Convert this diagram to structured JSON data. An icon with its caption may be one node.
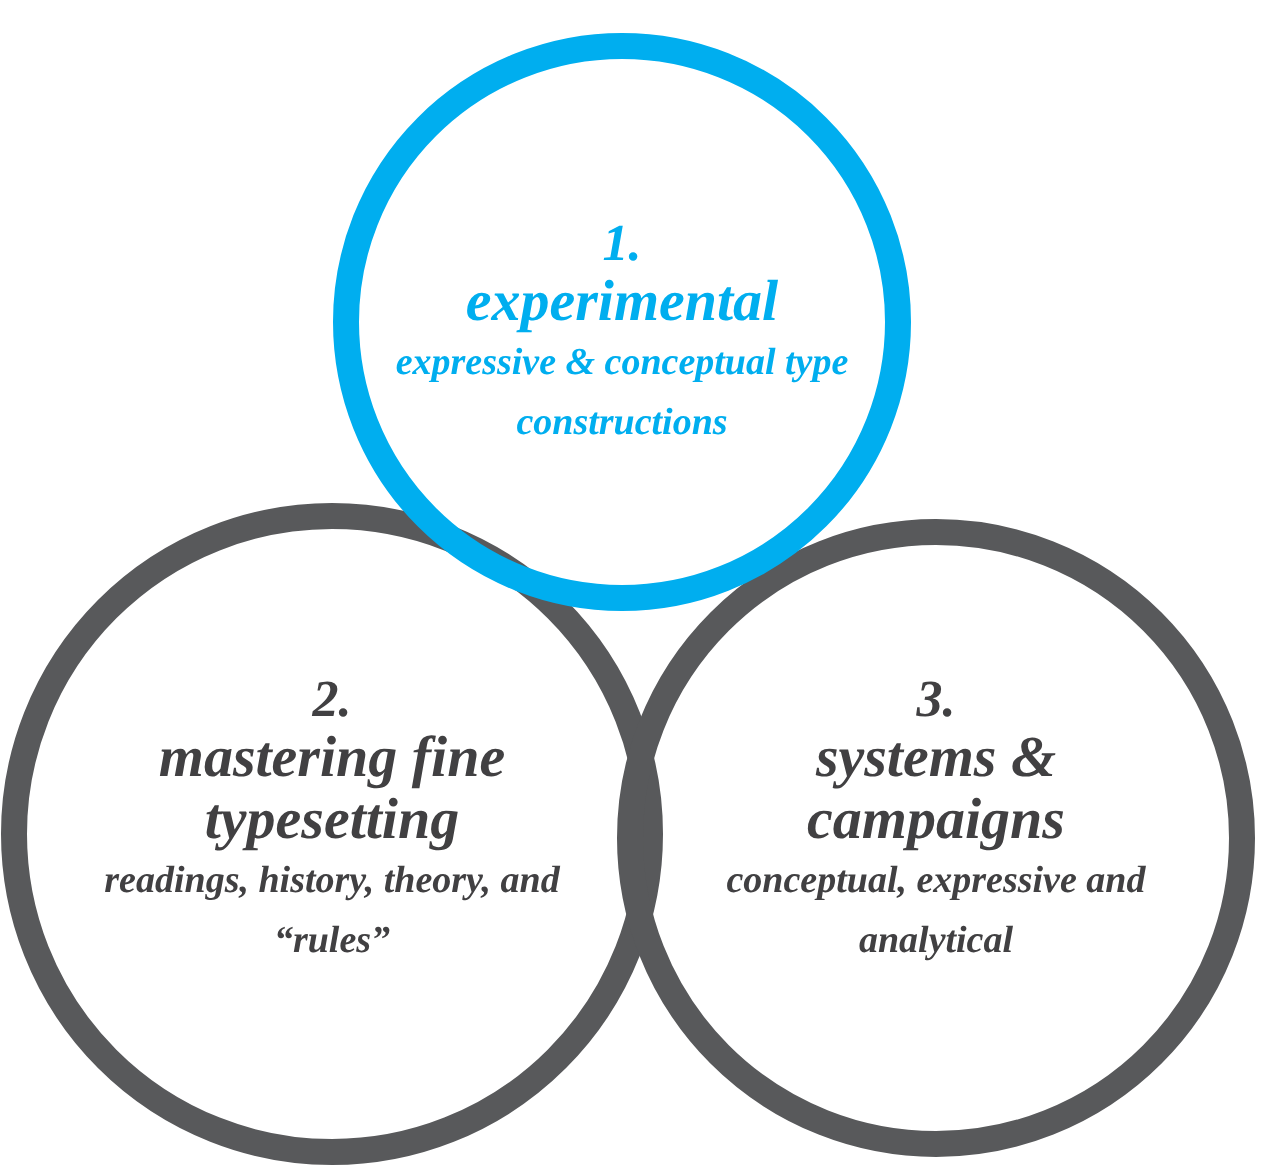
{
  "diagram": {
    "nodes": [
      {
        "text": [
          "1.",
          "experimental",
          "expressive & conceptual type constructions"
        ]
      },
      {
        "text": [
          "2.",
          "mastering fine typesetting",
          "readings, history, theory, and “rules”"
        ]
      },
      {
        "text": [
          "3.",
          "systems & campaigns",
          "conceptual, expressive and analytical"
        ]
      }
    ],
    "edges": []
  }
}
